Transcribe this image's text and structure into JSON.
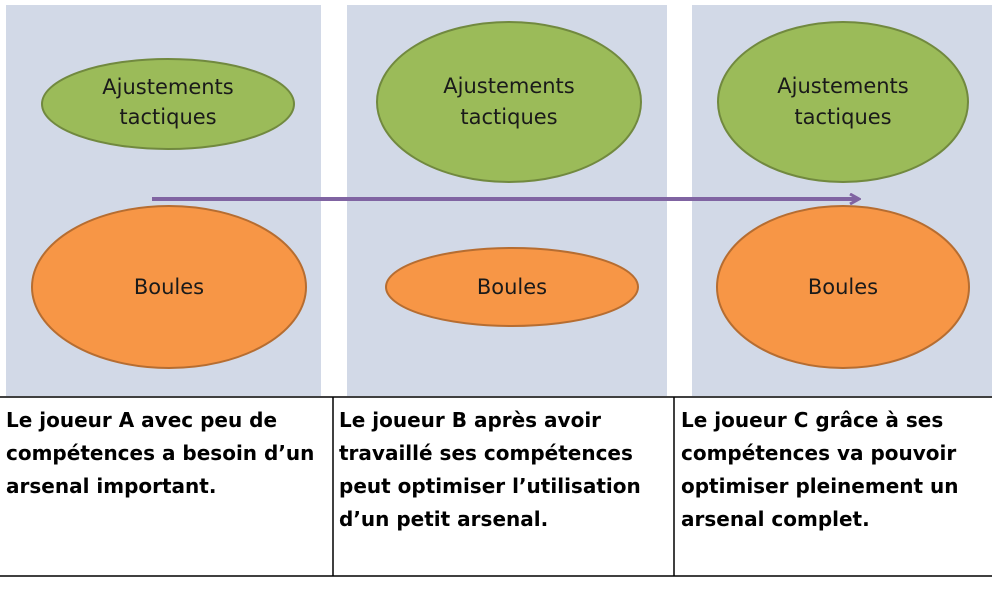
{
  "columns": [
    {
      "top_label_line1": "Ajustements",
      "top_label_line2": "tactiques",
      "bottom_label": "Boules",
      "caption": "Le joueur A avec peu de compétences a besoin d’un arsenal important."
    },
    {
      "top_label_line1": "Ajustements",
      "top_label_line2": "tactiques",
      "bottom_label": "Boules",
      "caption": "Le joueur B après avoir travaillé ses compétences peut optimiser l’utilisation d’un petit arsenal."
    },
    {
      "top_label_line1": "Ajustements",
      "top_label_line2": "tactiques",
      "bottom_label": "Boules",
      "caption": "Le joueur C grâce à ses compétences va pouvoir optimiser pleinement un arsenal complet."
    }
  ],
  "colors": {
    "panel_background": "#d2d9e7",
    "ellipse_top_fill": "#9bbb59",
    "ellipse_bottom_fill": "#f79646",
    "arrow": "#8064a2"
  }
}
